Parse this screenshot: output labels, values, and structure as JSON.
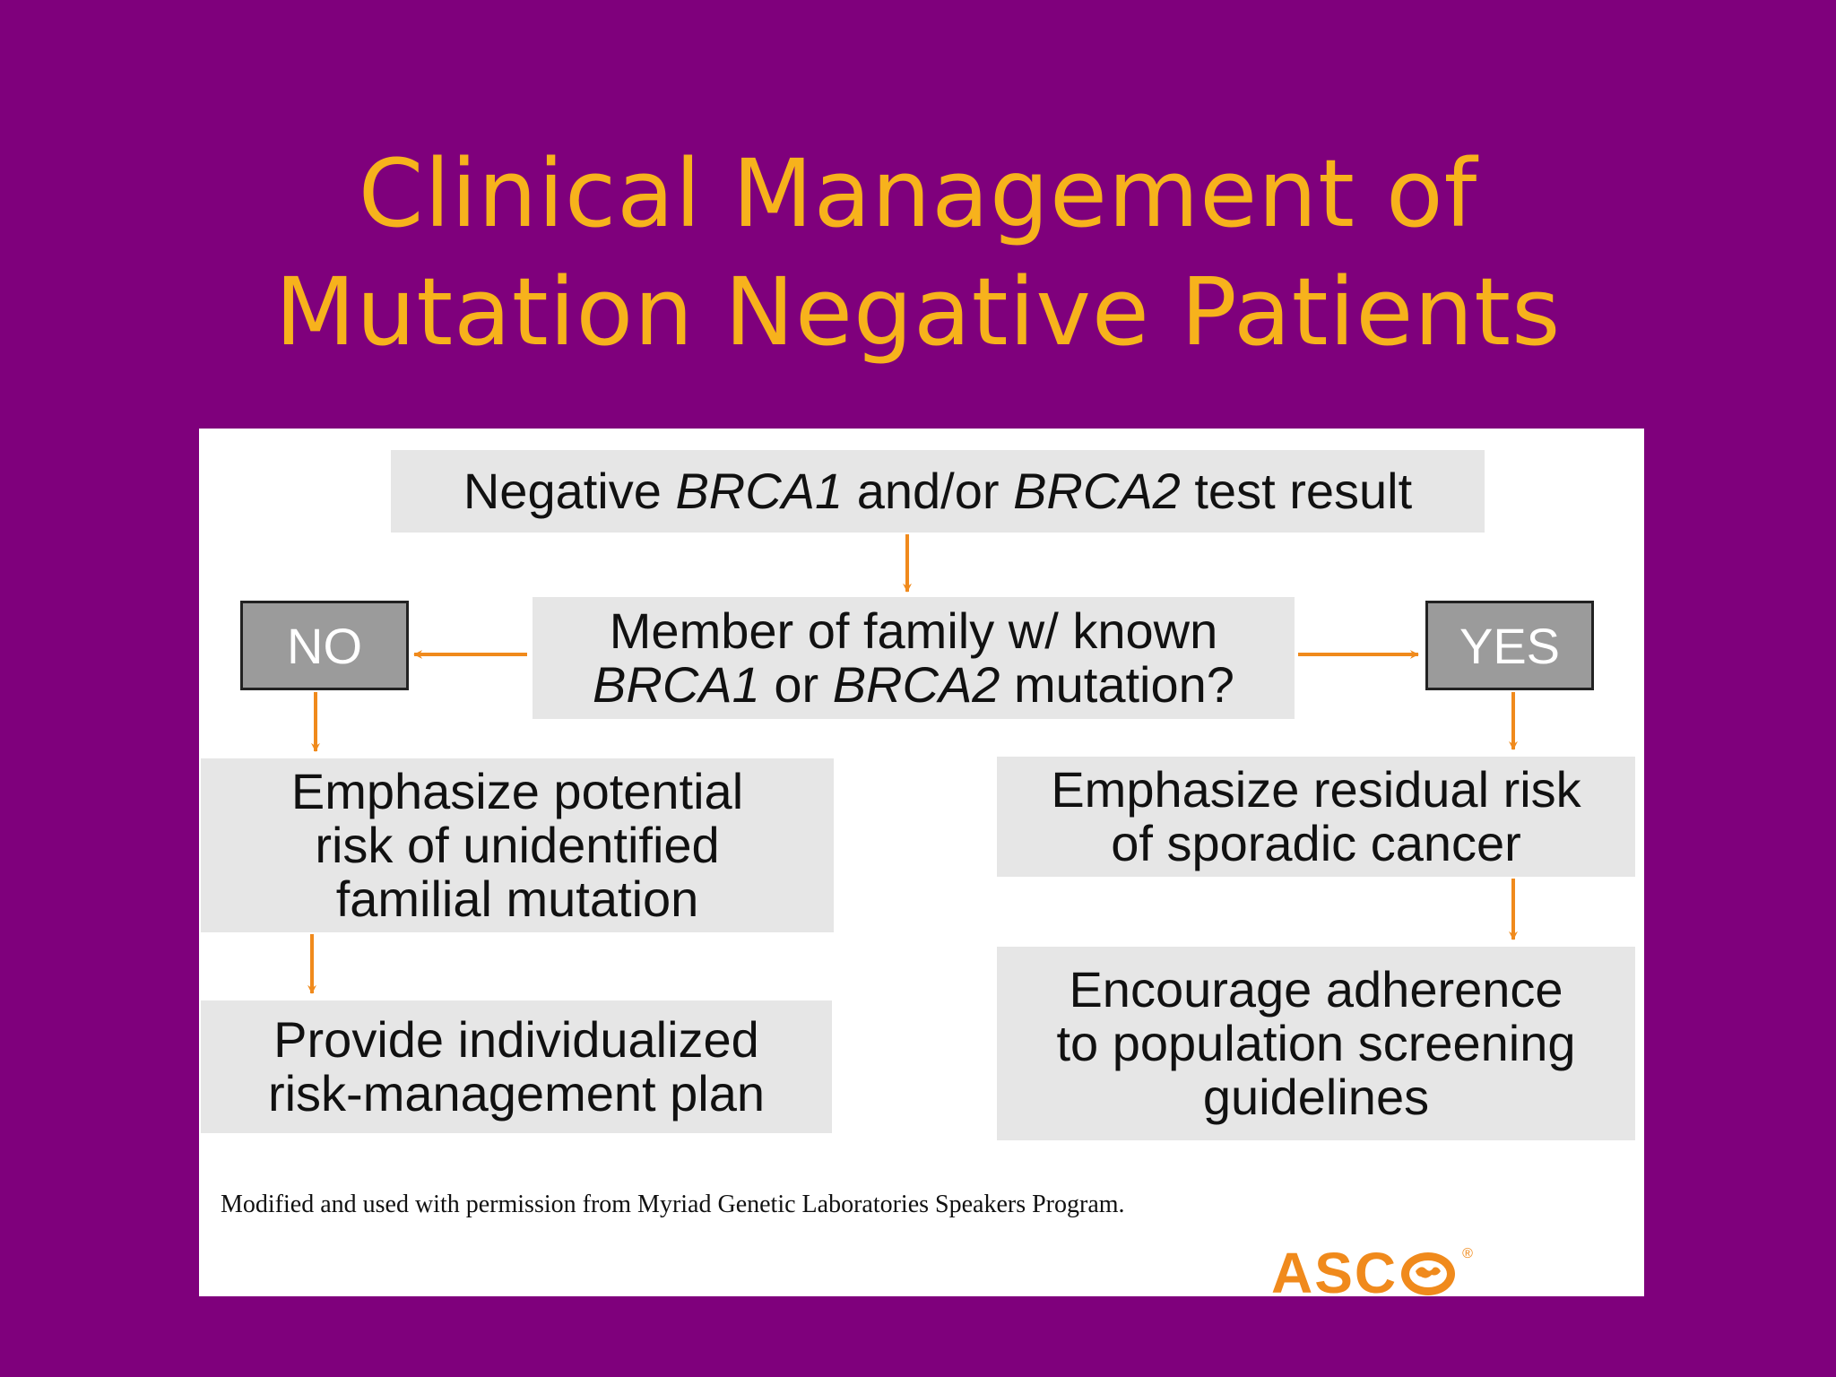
{
  "title": {
    "line1": "Clinical Management of",
    "line2": "Mutation Negative Patients"
  },
  "flowchart": {
    "top": {
      "pre": "Negative ",
      "brca1": "BRCA1",
      "mid": " and/or ",
      "brca2": "BRCA2",
      "post": " test result"
    },
    "question": {
      "line1": "Member of family w/ known",
      "brca1": "BRCA1",
      "or": " or ",
      "brca2": "BRCA2",
      "post": " mutation?"
    },
    "no_label": "NO",
    "yes_label": "YES",
    "no_step1": {
      "line1": "Emphasize potential",
      "line2": "risk of unidentified",
      "line3": "familial mutation"
    },
    "no_step2": {
      "line1": "Provide individualized",
      "line2": "risk-management plan"
    },
    "yes_step1": {
      "line1": "Emphasize residual risk",
      "line2": "of sporadic cancer"
    },
    "yes_step2": {
      "line1": "Encourage adherence",
      "line2": "to population screening",
      "line3": "guidelines"
    }
  },
  "credit": "Modified and used with permission from Myriad Genetic Laboratories Speakers Program.",
  "logo": {
    "text": "ASC",
    "icon": "globe-icon",
    "mark": "®"
  },
  "colors": {
    "background": "#7f007c",
    "title": "#f7b21c",
    "arrow": "#f08a1c",
    "node": "#e6e6e6",
    "decision": "#9b9b9b"
  }
}
